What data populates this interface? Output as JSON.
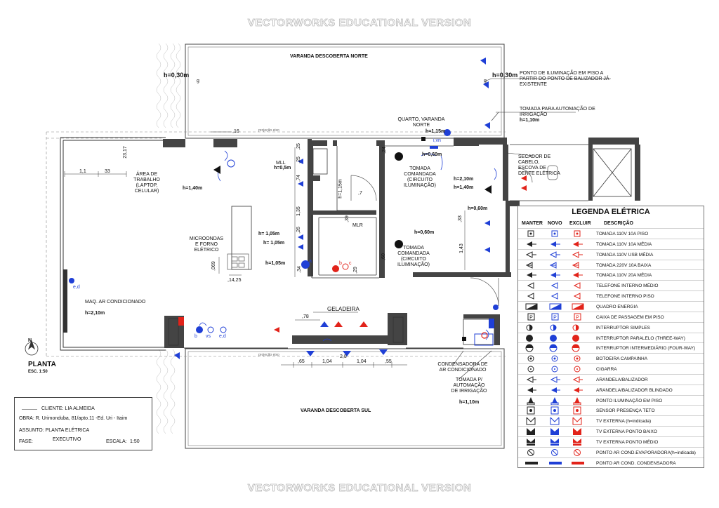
{
  "watermark": {
    "top": "VECTORWORKS EDUCATIONAL VERSION",
    "bottom": "VECTORWORKS EDUCATIONAL VERSION"
  },
  "plan": {
    "varanda_norte": "VARANDA DESCOBERTA NORTE",
    "varanda_sul": "VARANDA DESCOBERTA SUL",
    "h030_left": "h=0,30m",
    "h030_right": "h=0,30m",
    "g": "g",
    "ponto_iluminacao_note": "PONTO DE ILUMINAÇÃO EM PISO A PARTIR DO PONTO DE BALIZADOR JÁ EXISTENTE",
    "tomada_automacao_note": "TOMADA PARA AUTOMAÇÃO DE IRRIGAÇÃO",
    "tomada_automacao_h": "h=1,10m",
    "quarto_varanda": "QUARTO, VARANDA NORTE",
    "h115": "h=1,15m",
    "ivn": "i,vn",
    "projecao_top": "projeção eixo",
    "projecao_bottom": "projeção eixo",
    "dim_16": ",16",
    "dim_23": "23,17",
    "dim_11": "1,1",
    "dim_33": "33",
    "area_trabalho": "ÁREA DE TRABALHO (LAPTOP, CELULAR)",
    "h140_left": "h=1,40m",
    "mll": "MLL",
    "h05": "h=0,5m",
    "dim_25a": ",25",
    "dim_25b": ",25",
    "dim_74": ",74",
    "dim_135": "1,35",
    "dim_26": ",26",
    "h115_b": "h=1,15m",
    "dim_7": ",7",
    "dim_39": ",39",
    "mlr": "MLR",
    "dim_24": ",24",
    "h060_a": "h=0,60m",
    "tomada_comandada_1": "TOMADA COMANDADA (CIRCUITO ILUMINAÇÃO)",
    "h210": "h=2,10m",
    "h140_right": "h=1,40m",
    "secador": "SECADOR DE CABELO, ESCOVA DE DENTE ELÉTRICA",
    "h060_b": "h=0,60m",
    "dim_33b": ",33",
    "h060_c": "h=0,60m",
    "dim_143": "1,43",
    "tomada_comandada_2": "TOMADA COMANDADA (CIRCUITO ILUMINAÇÃO)",
    "microondas": "MICROONDAS E FORNO ELÉTRICO",
    "h105_a": "h= 1,05m",
    "h105_b": "h= 1,05m",
    "h105_c": "h=1,05m",
    "dim_069": ",069",
    "dim_1425": ",14,25",
    "dim_34": ",34",
    "dim_29": ",29",
    "dim_60": ",60",
    "label_ed": "e,d",
    "label_vs": "vs",
    "label_b": "b",
    "label_c": "c",
    "label_a": "a",
    "maq_ar": "MAQ. AR CONDICIONADO",
    "maq_ar_h": "h=2,10m",
    "geladeira": "GELADEIRA",
    "dim_78": ",78",
    "dim_65a": ",65",
    "dim_104a": "1,04",
    "dim_28": "2,8",
    "dim_104b": "1,04",
    "dim_65b": ",55",
    "condensadora": "CONDENSADORA DE AR CONDICIONADO",
    "tomada_automacao_2": "TOMADA P/ AUTOMAÇÃO DE IRRIGAÇÃO",
    "tomada_automacao_2_h": "h=1,10m",
    "planta": "PLANTA",
    "escala": "ESC. 1:50",
    "north": "N"
  },
  "title_block": {
    "cliente_label": "CLIENTE:",
    "cliente": "LIA ALMEIDA",
    "obra_label": "OBRA:",
    "obra": "R. Urimonduba, 81/apto.11 -Ed. Uri - Itaim",
    "assunto_label": "ASSUNTO:",
    "assunto": "PLANTA ELÉTRICA",
    "fase_label": "FASE:",
    "fase": "EXECUTIVO",
    "escala_label": "ESCALA:",
    "escala": "1:50"
  },
  "legend": {
    "title": "LEGENDA ELÉTRICA",
    "headers": {
      "manter": "MANTER",
      "novo": "NOVO",
      "excluir": "EXCLUIR",
      "descricao": "DESCRIÇÃO"
    },
    "colors": {
      "manter": "#222222",
      "novo": "#1f3fd6",
      "excluir": "#e2231a"
    },
    "rows": [
      {
        "icon": "floor-outlet-icon",
        "desc": "TOMADA 110V 10A PISO"
      },
      {
        "icon": "outlet-medium-icon",
        "desc": "TOMADA 110V 10A MÉDIA"
      },
      {
        "icon": "usb-outlet-icon",
        "desc": "TOMADA 110V USB MÉDIA"
      },
      {
        "icon": "outlet-220v-icon",
        "desc": "TOMADA 220V 10A BAIXA"
      },
      {
        "icon": "outlet-20a-icon",
        "desc": "TOMADA 110V 20A MÉDIA"
      },
      {
        "icon": "phone-medium-icon",
        "desc": "TELEFONE INTERNO MÉDIO"
      },
      {
        "icon": "phone-floor-icon",
        "desc": "TELEFONE INTERNO PISO"
      },
      {
        "icon": "power-panel-icon",
        "desc": "QUADRO ENERGIA"
      },
      {
        "icon": "junction-box-icon",
        "desc": "CAIXA DE PASSAGEM EM PISO"
      },
      {
        "icon": "simple-switch-icon",
        "desc": "INTERRUPTOR SIMPLES"
      },
      {
        "icon": "three-way-switch-icon",
        "desc": "INTERRUPTOR PARALELO (THREE-WAY)"
      },
      {
        "icon": "four-way-switch-icon",
        "desc": "INTERRUPTOR INTERMEDIÁRIO (FOUR-WAY)"
      },
      {
        "icon": "doorbell-button-icon",
        "desc": "BOTOEIRA CAMPAINHA"
      },
      {
        "icon": "buzzer-icon",
        "desc": "CIGARRA"
      },
      {
        "icon": "sconce-icon",
        "desc": "ARANDELA/BALIZADOR"
      },
      {
        "icon": "sconce-armored-icon",
        "desc": "ARANDELA/BALIZADOR BLINDADO"
      },
      {
        "icon": "floor-light-icon",
        "desc": "PONTO ILUMINAÇÃO EM PISO"
      },
      {
        "icon": "presence-sensor-icon",
        "desc": "SENSOR PRESENÇA TETO"
      },
      {
        "icon": "tv-external-icon",
        "desc": "TV EXTERNA (h=indicada)"
      },
      {
        "icon": "tv-low-icon",
        "desc": "TV EXTERNA PONTO BAIXO"
      },
      {
        "icon": "tv-medium-icon",
        "desc": "TV EXTERNA PONTO MÉDIO"
      },
      {
        "icon": "ac-evaporator-icon",
        "desc": "PONTO AR COND.EVAPORADORA(h=indicada)"
      },
      {
        "icon": "ac-condenser-icon",
        "desc": "PONTO AR COND. CONDENSADORA"
      }
    ],
    "sym_text": {
      "a10": "10A",
      "p": "P",
      "abc": "a,b,c",
      "a": "a"
    }
  }
}
